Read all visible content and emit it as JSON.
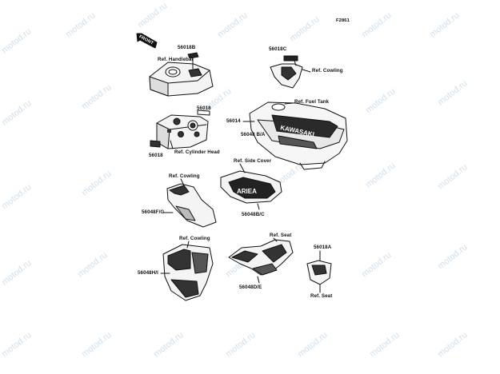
{
  "figure_code": "F2861",
  "front_badge": "FRONT",
  "watermark": "motod.ru",
  "labels": {
    "p56018B": "56018B",
    "ref_handlebar": "Ref. Handlebar",
    "p56018C": "56018C",
    "ref_cowling_top": "Ref. Cowling",
    "ref_fuel_tank": "Ref. Fuel Tank",
    "p56018_a": "56018",
    "p56014": "56014",
    "p56048AB": "56048 B/A",
    "p56018_b": "56018",
    "ref_cylinder_head": "Ref. Cylinder Head",
    "ref_side_cover": "Ref. Side Cover",
    "ref_cowling_mid": "Ref. Cowling",
    "p56048FG": "56048F/G",
    "p56048BC": "56048B/C",
    "ref_cowling_low": "Ref. Cowling",
    "p56048HI": "56048H/I",
    "ref_seat_top": "Ref. Seat",
    "p56018A": "56018A",
    "p56048DE": "56048D/E",
    "ref_seat_low": "Ref. Seat"
  }
}
